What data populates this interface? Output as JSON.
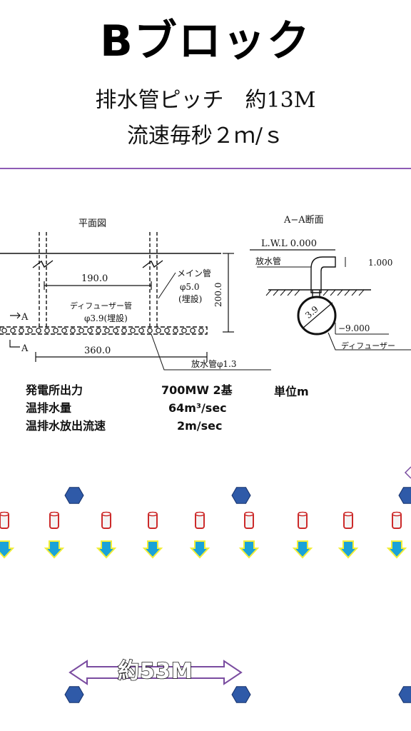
{
  "header": {
    "title": "Bブロック",
    "subtitle_line1": "排水管ピッチ　約13M",
    "subtitle_line2": "流速毎秒２ｍ/ｓ"
  },
  "plan": {
    "plan_title": "平面図",
    "section_title": "A−A断面",
    "lwl_label": "L.W.L 0.000",
    "outlet_pipe_label": "放水管",
    "depth_1": "1.000",
    "depth_2": "−9.000",
    "pipe_diameter": "3.9",
    "diffuser_label_section": "ディフューザー",
    "main_pipe_label": "メイン管",
    "main_pipe_diameter": "φ5.0",
    "main_pipe_buried": "(埋設)",
    "dim_190": "190.0",
    "dim_200": "200.0",
    "dim_360": "360.0",
    "diffuser_label_plan": "ディフューザー管",
    "diffuser_diameter": "φ3.9(埋設)",
    "section_mark": "A",
    "discharge_pipe_label": "放水管φ1.3",
    "unit_label": "単位m"
  },
  "specs": [
    {
      "label": "発電所出力",
      "value": "700MW 2基"
    },
    {
      "label": "温排水量",
      "value": "64m³/sec"
    },
    {
      "label": "温排水放出流速",
      "value": "2m/sec"
    }
  ],
  "flow": {
    "span_label": "約53M",
    "colors": {
      "hexagon": "#2f5aa8",
      "pipe": "#cc2a2a",
      "arrow": "#1aa2d8",
      "arrow_border": "#f2ee3a",
      "span_arrow": "#7a4ca0"
    }
  }
}
